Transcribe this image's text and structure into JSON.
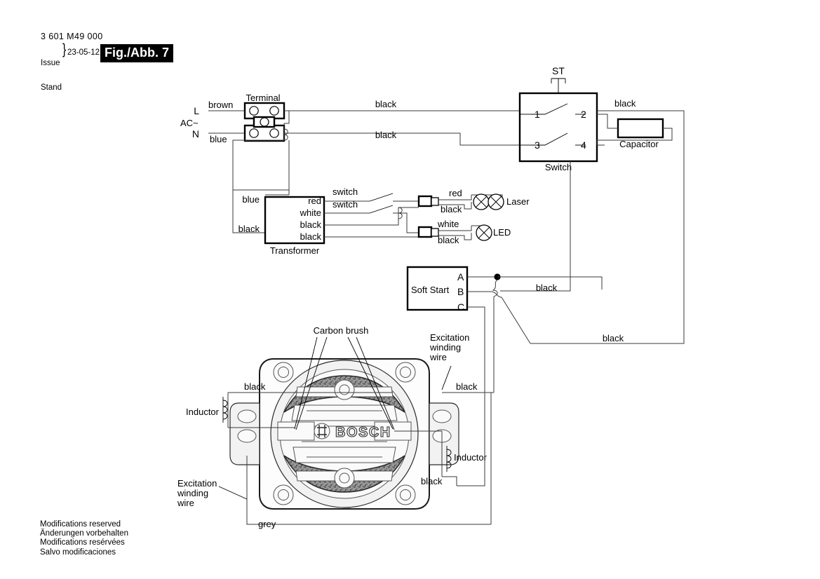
{
  "header": {
    "part_number": "3 601 M49 000",
    "issue_label": "Issue",
    "stand_label": "Stand",
    "brace": "}",
    "date": "23-05-12",
    "figure": "Fig./Abb. 7"
  },
  "footer": {
    "line1": "Modifications reserved",
    "line2": "Änderungen vorbehalten",
    "line3": "Modifications resérvées",
    "line4": "Salvo modificaciones"
  },
  "supply": {
    "ac_label": "AC~",
    "line_terminal": "L",
    "neutral_terminal": "N",
    "brown_wire": "brown",
    "blue_wire": "blue"
  },
  "terminal": {
    "title": "Terminal"
  },
  "switch": {
    "title": "Switch",
    "actuator": "ST",
    "pin1": "1",
    "pin2": "2",
    "pin3": "3",
    "pin4": "4"
  },
  "capacitor": {
    "title": "Capacitor"
  },
  "transformer": {
    "title": "Transformer",
    "in_blue": "blue",
    "in_black": "black",
    "out_red": "red",
    "out_white": "white",
    "out_black1": "black",
    "out_black2": "black",
    "switch_tap1": "switch",
    "switch_tap2": "switch"
  },
  "laser": {
    "title": "Laser",
    "wire_red": "red",
    "wire_black": "black"
  },
  "led": {
    "title": "LED",
    "wire_white": "white",
    "wire_black": "black"
  },
  "soft_start": {
    "title": "Soft Start",
    "pin_a": "A",
    "pin_b": "B",
    "pin_c": "C"
  },
  "motor": {
    "brand": "BOSCH",
    "carbon_brush": "Carbon brush",
    "inductor_left": "Inductor",
    "inductor_right": "Inductor",
    "excitation_right": "Excitation\nwinding\nwire",
    "excitation_right_l1": "Excitation",
    "excitation_right_l2": "winding",
    "excitation_right_l3": "wire",
    "excitation_left_l1": "Excitation",
    "excitation_left_l2": "winding",
    "excitation_left_l3": "wire",
    "wire_black_top_left": "black",
    "wire_black_top_right": "black",
    "wire_black_bottom_right": "black",
    "wire_grey": "grey"
  },
  "wires": {
    "black_top": "black",
    "black_second": "black",
    "black_switch_out": "black",
    "black_softstart_a": "black",
    "black_softstart_c": "black"
  },
  "colors": {
    "ink": "#000000",
    "wire": "#3a3a3a",
    "winding_fill": "#8c8c8c",
    "brush_fill": "#6e6e6e",
    "figure_badge_bg": "#000000",
    "figure_badge_fg": "#ffffff"
  }
}
